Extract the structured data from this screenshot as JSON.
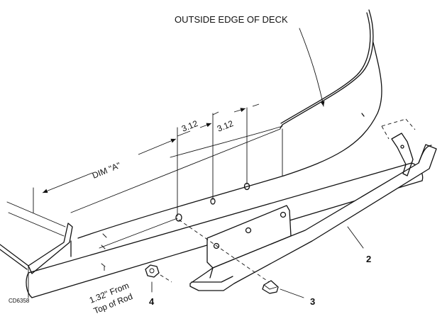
{
  "labels": {
    "deck_edge": "OUTSIDE EDGE OF DECK",
    "dim_a": "DIM \"A\"",
    "dim_1": "3.12",
    "dim_2": "3.12",
    "rod_note_line1": "1.32\" From",
    "rod_note_line2": "Top of Rod",
    "callout_2": "2",
    "callout_3": "3",
    "callout_4": "4",
    "drawing_code": "CD6358"
  }
}
